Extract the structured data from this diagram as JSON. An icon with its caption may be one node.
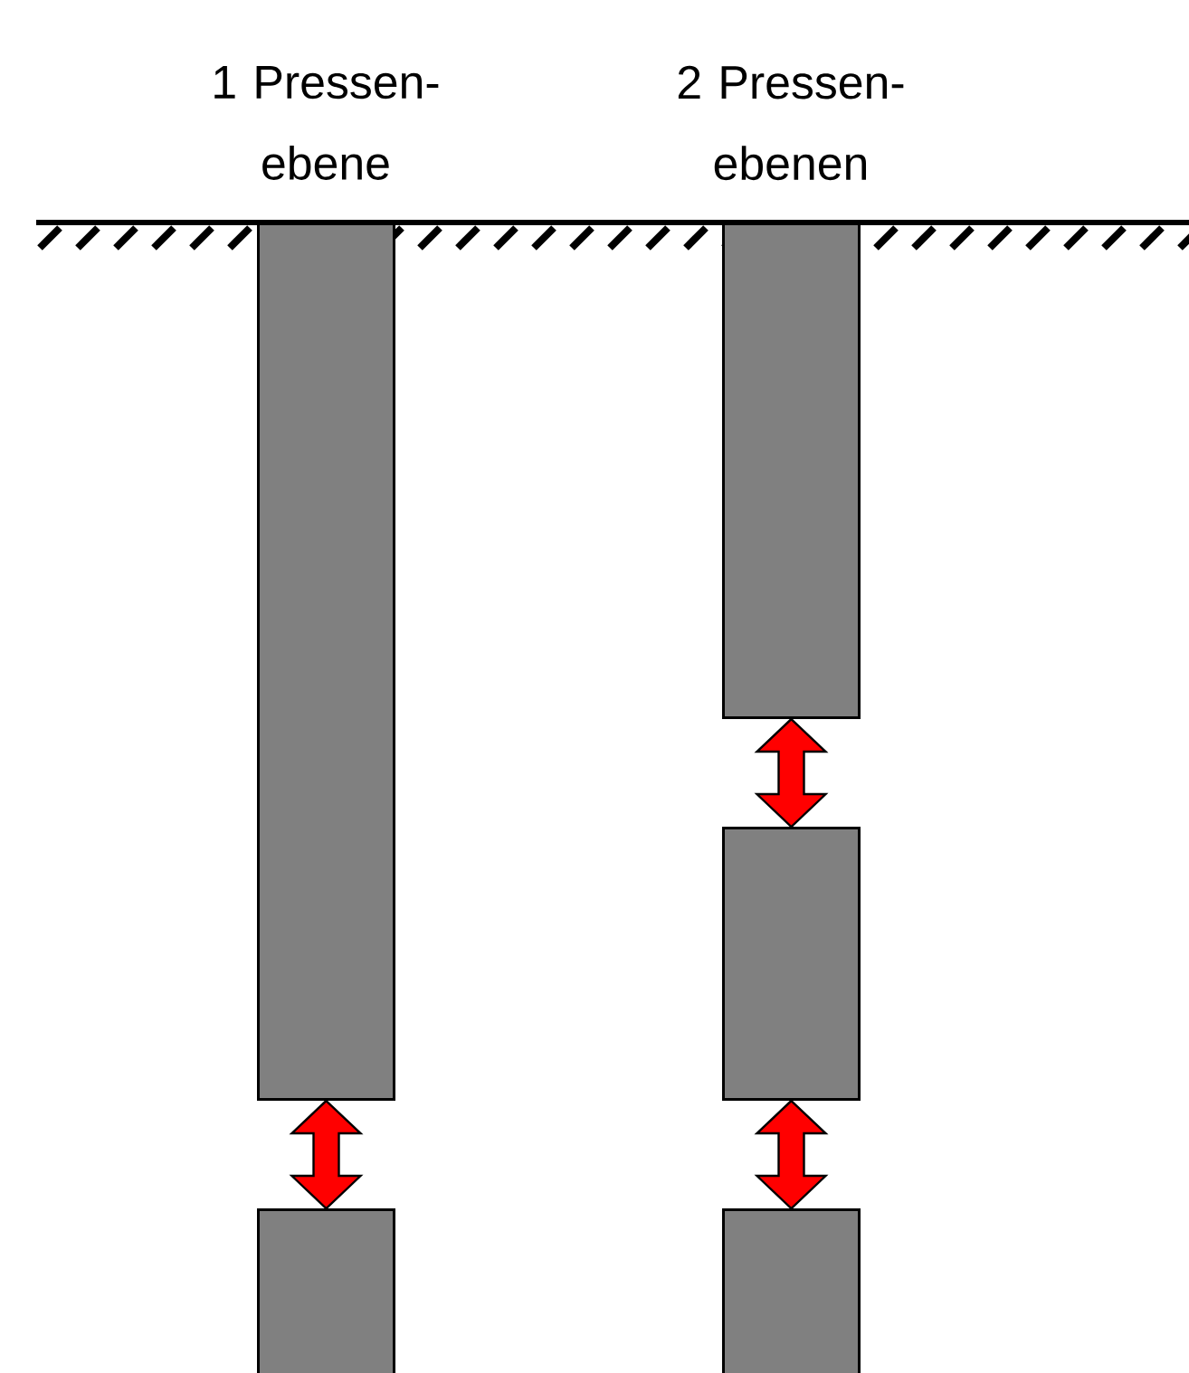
{
  "diagram": {
    "nodes": [
      {
        "text": [],
        "shape": "box"
      },
      {
        "text": [],
        "shape": "box"
      },
      {
        "text": [],
        "shape": "box"
      },
      {
        "text": [],
        "shape": "box"
      },
      {
        "text": [],
        "shape": "box"
      }
    ],
    "edges": [
      {
        "from": 0,
        "to": 1,
        "arrow": "both"
      },
      {
        "from": 2,
        "to": 3,
        "arrow": "both"
      },
      {
        "from": 3,
        "to": 4,
        "arrow": "both"
      }
    ],
    "labels": [
      "1 Pressen- ebene",
      "2 Pressen- ebenen"
    ]
  }
}
